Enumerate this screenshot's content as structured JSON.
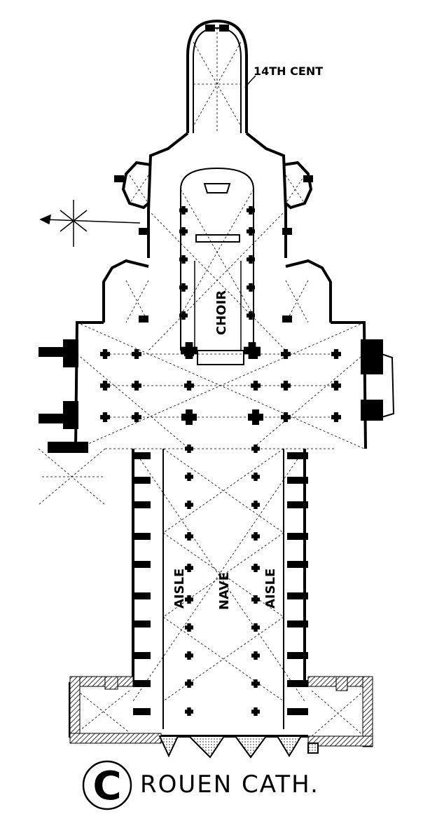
{
  "labels": {
    "century_note": "14TH CENT",
    "choir": "CHOIR",
    "nave": "NAVE",
    "aisle_left": "AISLE",
    "aisle_right": "AISLE",
    "title_letter": "C",
    "title": "ROUEN CATH."
  },
  "colors": {
    "ink": "#000000",
    "paper": "#ffffff",
    "hatch": "#555555"
  },
  "icons": [
    "compass-rose-icon",
    "north-arrow-icon",
    "stippled-buttress-icon"
  ]
}
